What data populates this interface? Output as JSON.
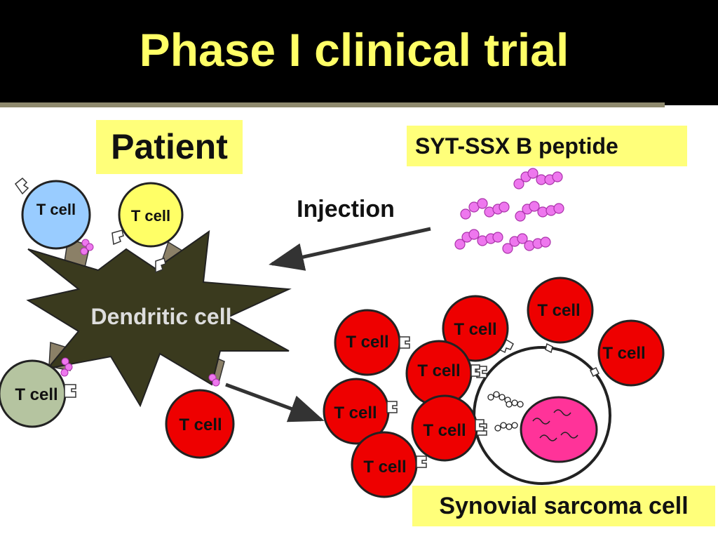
{
  "slide": {
    "title": "Phase I clinical trial",
    "patient_label": "Patient",
    "peptide_label": "SYT-SSX B peptide",
    "injection_label": "Injection",
    "dendritic_label": "Dendritic cell",
    "sarcoma_label": "Synovial sarcoma cell",
    "t_cell_label": "T cell"
  },
  "colors": {
    "header_bg": "#000000",
    "title_text": "#ffff66",
    "label_highlight": "#ffff7a",
    "dendritic_cell": "#3a3a1e",
    "t_cell_blue": "#99ccff",
    "t_cell_yellow": "#ffff66",
    "t_cell_green": "#b5c4a0",
    "t_cell_red": "#ee0000",
    "receptor": "#8b8067",
    "peptide": "#ee77ee",
    "nucleus": "#ff3399"
  },
  "icons": [
    "dendritic-cell-icon",
    "t-cell-icon",
    "peptide-icon",
    "arrow-icon",
    "receptor-icon",
    "tumor-cell-icon",
    "nucleus-icon",
    "chromosome-icon"
  ]
}
